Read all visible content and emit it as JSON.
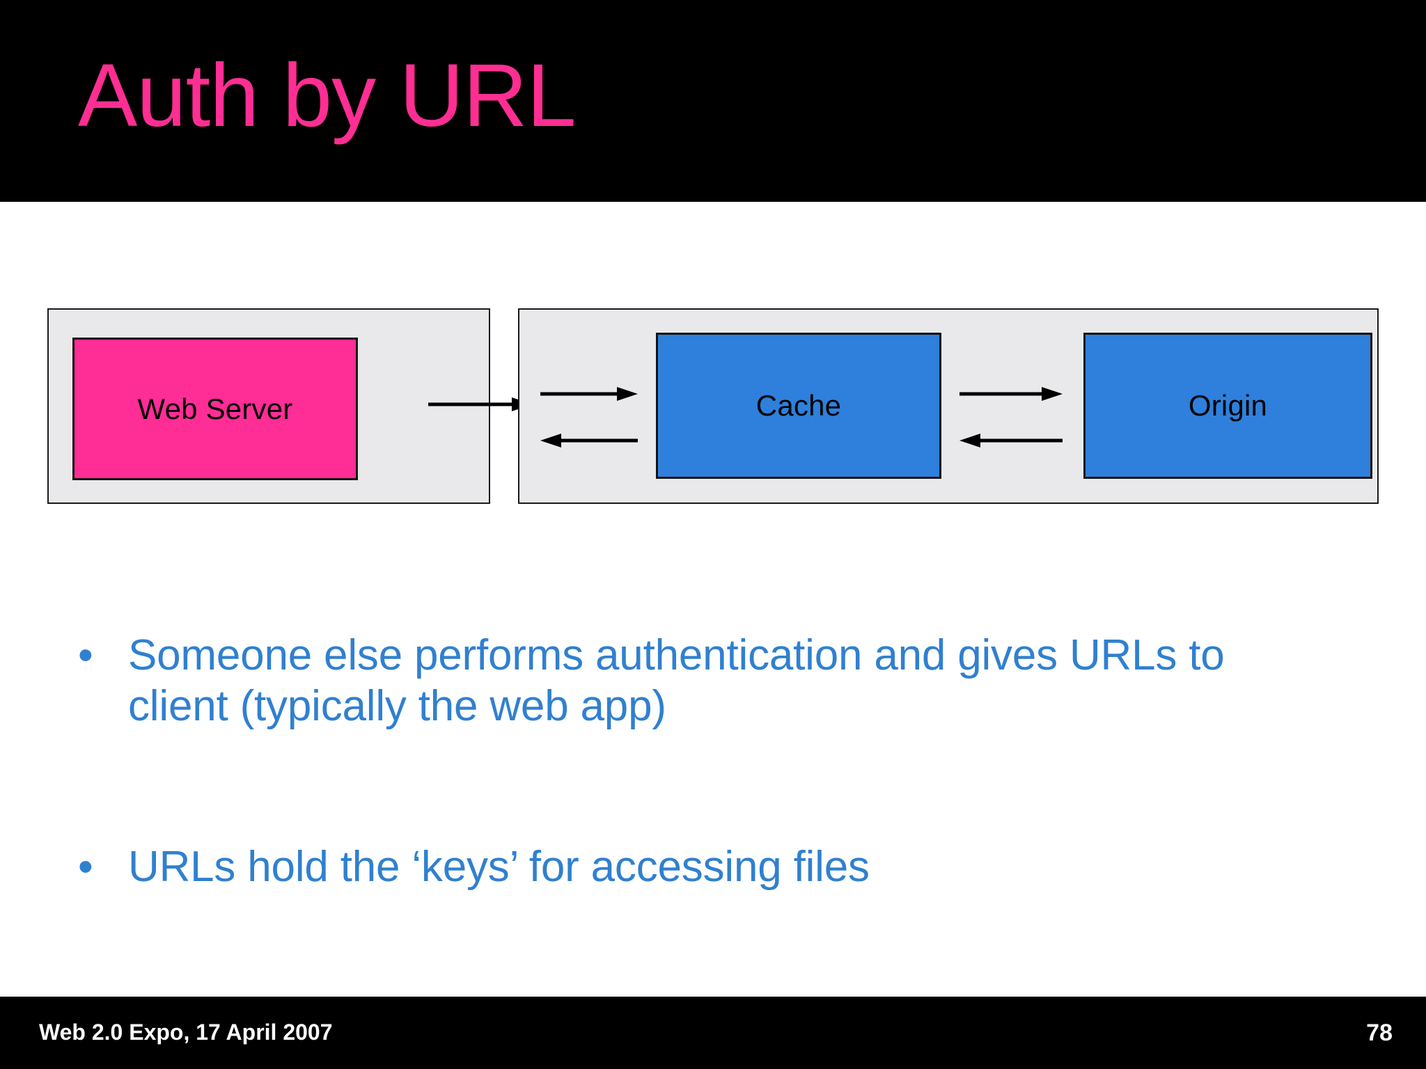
{
  "slide": {
    "title": "Auth by URL",
    "title_color": "#FF2E93",
    "header_background": "#000000",
    "body_background": "#FFFFFF"
  },
  "diagram": {
    "panel_background": "#E9E9EB",
    "left_panel": {
      "nodes": [
        {
          "label": "Web Server",
          "color": "#FF2D96"
        }
      ],
      "arrows": [
        {
          "name": "web-server-outbound",
          "direction": "right"
        }
      ]
    },
    "right_panel": {
      "nodes": [
        {
          "label": "Cache",
          "color": "#2E80DC"
        },
        {
          "label": "Origin",
          "color": "#2E80DC"
        }
      ],
      "arrows": [
        {
          "name": "client-to-cache",
          "direction": "right"
        },
        {
          "name": "cache-to-client",
          "direction": "left"
        },
        {
          "name": "cache-to-origin",
          "direction": "right"
        },
        {
          "name": "origin-to-cache",
          "direction": "left"
        }
      ]
    }
  },
  "bullets": {
    "marker": "•",
    "color": "#3080D0",
    "items": [
      "Someone else performs authentication and gives URLs to client (typically the web app)",
      "URLs hold the ‘keys’ for accessing files"
    ]
  },
  "footer": {
    "event": "Web 2.0 Expo, 17 April 2007",
    "page_number": "78",
    "background": "#000000",
    "text_color": "#FFFFFF"
  }
}
